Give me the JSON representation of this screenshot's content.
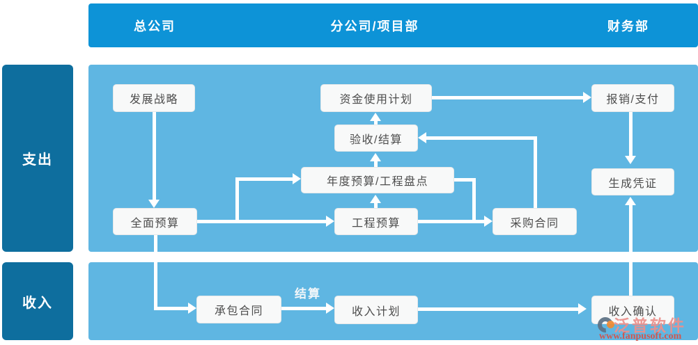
{
  "header": {
    "columns": [
      {
        "label": "总公司"
      },
      {
        "label": "分公司/项目部"
      },
      {
        "label": "财务部"
      }
    ]
  },
  "lanes": [
    {
      "label": "支出"
    },
    {
      "label": "收入"
    }
  ],
  "nodes": {
    "strategy": {
      "label": "发展战略"
    },
    "fund_plan": {
      "label": "资金使用计划"
    },
    "reimburse": {
      "label": "报销/支付"
    },
    "acceptance": {
      "label": "验收/结算"
    },
    "annual_budget": {
      "label": "年度预算/工程盘点"
    },
    "overall_budget": {
      "label": "全面预算"
    },
    "project_budget": {
      "label": "工程预算"
    },
    "purchase_contract": {
      "label": "采购合同"
    },
    "voucher": {
      "label": "生成凭证"
    },
    "contract": {
      "label": "承包合同"
    },
    "income_plan": {
      "label": "收入计划"
    },
    "income_confirm": {
      "label": "收入确认"
    }
  },
  "edge_labels": {
    "settlement": "结算"
  },
  "watermark": {
    "brand": "泛普软件",
    "url": "www.fanpusoft.com"
  },
  "colors": {
    "header_bar": "#0d93d7",
    "lane_bar": "#0e6e9e",
    "canvas": "#5fb6e2",
    "node_bg": "#f8f9f9",
    "node_text": "#4d4d4d",
    "connector": "#ffffff",
    "watermark_brand": "#ec908c",
    "watermark_url": "#d94f44"
  }
}
